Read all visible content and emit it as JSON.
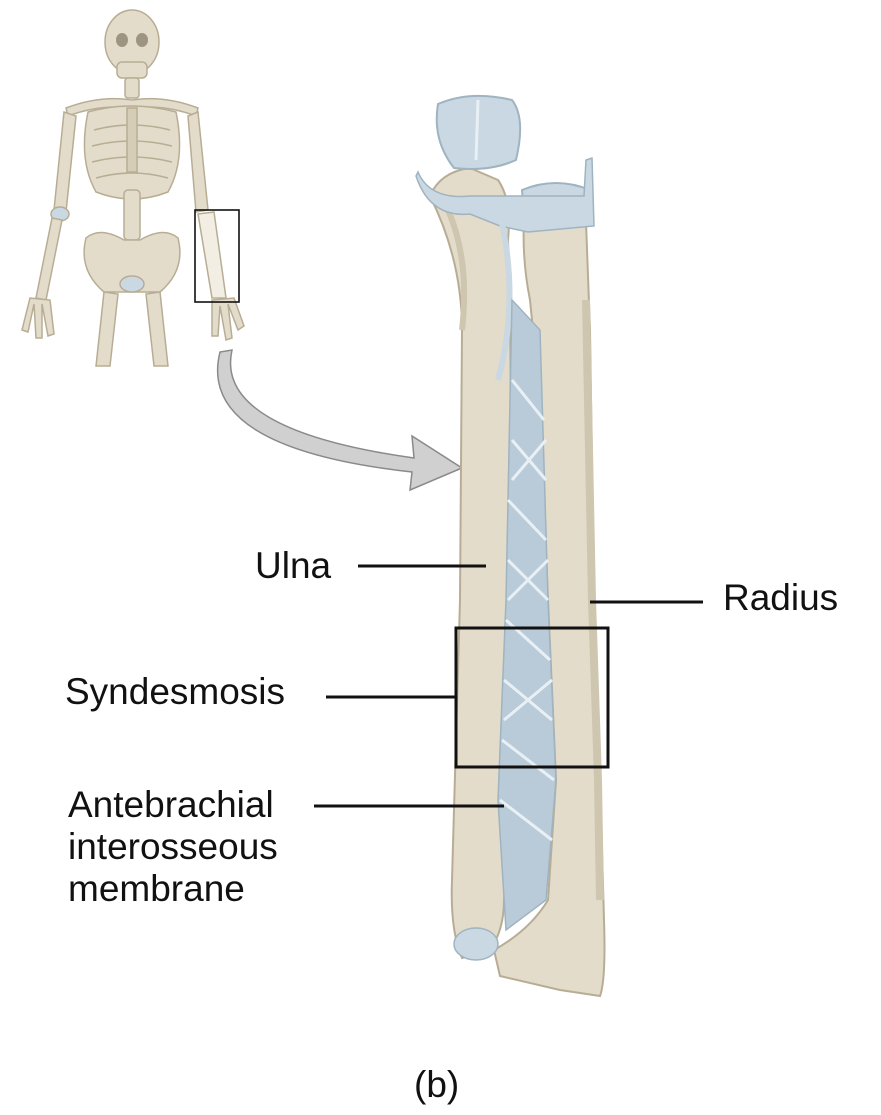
{
  "labels": {
    "ulna": "Ulna",
    "radius": "Radius",
    "syndesmosis": "Syndesmosis",
    "membrane_line1": "Antebrachial",
    "membrane_line2": "interosseous",
    "membrane_line3": "membrane"
  },
  "caption": "(b)",
  "colors": {
    "bone": "#e3dccb",
    "bone_shade": "#cfc6b0",
    "bone_edge": "#b8ad94",
    "cartilage": "#c9d8e2",
    "membrane": "#b9cbd8",
    "membrane_fiber": "#e8f0f5",
    "arrow": "#d0d0d0",
    "arrow_edge": "#8a8a8a",
    "leader": "#111111"
  }
}
